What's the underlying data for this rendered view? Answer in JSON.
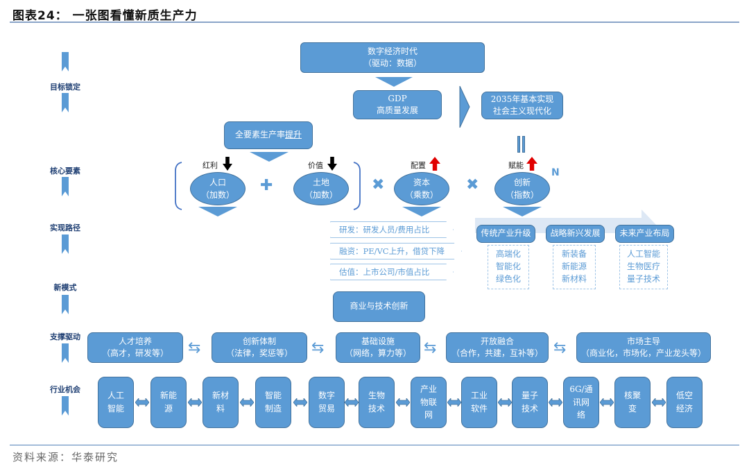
{
  "figure": {
    "title": "图表24：  一张图看懂新质生产力",
    "source": "资料来源：华泰研究"
  },
  "stages": [
    {
      "label": "目标锁定"
    },
    {
      "label": "核心要素"
    },
    {
      "label": "实现路径"
    },
    {
      "label": "新模式"
    },
    {
      "label": "支撑驱动"
    },
    {
      "label": "行业机会"
    }
  ],
  "target": {
    "era_line1": "数字经济时代",
    "era_line2": "（驱动：数据）",
    "gdp_line1": "GDP",
    "gdp_line2": "高质量发展",
    "goal_line1": "2035年基本实现",
    "goal_line2": "社会主义现代化"
  },
  "core": {
    "tfp_text": "全要素生产率",
    "tfp_emph": "提升",
    "elements": [
      {
        "tag": "红利",
        "name": "人口",
        "role": "（加数）",
        "trend": "down"
      },
      {
        "tag": "价值",
        "name": "土地",
        "role": "（加数）",
        "trend": "down"
      },
      {
        "tag": "配置",
        "name": "资本",
        "role": "（乘数）",
        "trend": "up"
      },
      {
        "tag": "赋能",
        "name": "创新",
        "role": "（指数）",
        "trend": "up"
      }
    ],
    "plus": "✚",
    "times": "✖",
    "exponent": "N",
    "equals": "‖"
  },
  "paths": {
    "capital": [
      "研发：研发人员/费用占比",
      "融资：PE/VC上升，借贷下降",
      "估值：上市公司/市值占比"
    ],
    "industries": [
      {
        "title": "传统产业升级",
        "items": [
          "高端化",
          "智能化",
          "绿色化"
        ]
      },
      {
        "title": "战略新兴发展",
        "items": [
          "新装备",
          "新能源",
          "新材料"
        ]
      },
      {
        "title": "未来产业布局",
        "items": [
          "人工智能",
          "生物医疗",
          "量子技术"
        ]
      }
    ]
  },
  "new_mode": {
    "label": "商业与技术创新"
  },
  "support": [
    {
      "line1": "人才培养",
      "line2": "（高才，研发等）"
    },
    {
      "line1": "创新体制",
      "line2": "（法律，奖惩等）"
    },
    {
      "line1": "基础设施",
      "line2": "（网络，算力等）"
    },
    {
      "line1": "开放融合",
      "line2": "（合作，共建，互补等）"
    },
    {
      "line1": "市场主导",
      "line2": "（商业化，市场化，产业龙头等）"
    }
  ],
  "support_arrow": "⇆",
  "opportunities": [
    {
      "lines": [
        "人工",
        "智能"
      ]
    },
    {
      "lines": [
        "新能",
        "源"
      ]
    },
    {
      "lines": [
        "新材",
        "料"
      ]
    },
    {
      "lines": [
        "智能",
        "制造"
      ]
    },
    {
      "lines": [
        "数字",
        "贸易"
      ]
    },
    {
      "lines": [
        "生物",
        "技术"
      ]
    },
    {
      "lines": [
        "产业",
        "物联",
        "网"
      ]
    },
    {
      "lines": [
        "工业",
        "软件"
      ]
    },
    {
      "lines": [
        "量子",
        "技术"
      ]
    },
    {
      "lines": [
        "6G/通",
        "讯网",
        "络"
      ]
    },
    {
      "lines": [
        "核聚",
        "变"
      ]
    },
    {
      "lines": [
        "低空",
        "经济"
      ]
    }
  ],
  "colors": {
    "primary": "#5b9bd5",
    "border": "#41719c",
    "light": "#9dc3e6",
    "up": "#e00000",
    "down": "#000000",
    "label": "#1f3f73"
  }
}
